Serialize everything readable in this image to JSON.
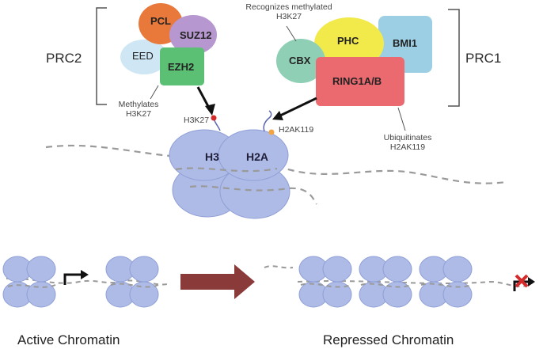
{
  "prc2": {
    "label": "PRC2",
    "proteins": {
      "pcl": "PCL",
      "suz12": "SUZ12",
      "eed": "EED",
      "ezh2": "EZH2"
    },
    "note": [
      "Methylates",
      "H3K27"
    ]
  },
  "prc1": {
    "label": "PRC1",
    "proteins": {
      "cbx": "CBX",
      "phc": "PHC",
      "bmi1": "BMI1",
      "ring": "RING1A/B"
    },
    "note_top": [
      "Recognizes methylated",
      "H3K27"
    ],
    "note_bottom": [
      "Ubiquitinates",
      "H2AK119"
    ]
  },
  "marks": {
    "h3k27": "H3K27",
    "h2ak119": "H2AK119"
  },
  "histones": {
    "h3": "H3",
    "h2a": "H2A"
  },
  "captions": {
    "active": "Active Chromatin",
    "repressed": "Repressed Chromatin"
  },
  "colors": {
    "pcl": "#e8793a",
    "suz12": "#b697cf",
    "eed": "#cfe6f5",
    "ezh2": "#5bbf74",
    "cbx": "#8fcfb5",
    "phc": "#f1ea4a",
    "bmi1": "#9ccfe3",
    "ring": "#ea6a6f",
    "histone": "#aebbe6",
    "histone_stroke": "#8f9fd6",
    "dna": "#9a9a9a",
    "arrow": "#8b3a3a",
    "mark_red": "#d42a2a",
    "mark_orange": "#f2a444"
  }
}
